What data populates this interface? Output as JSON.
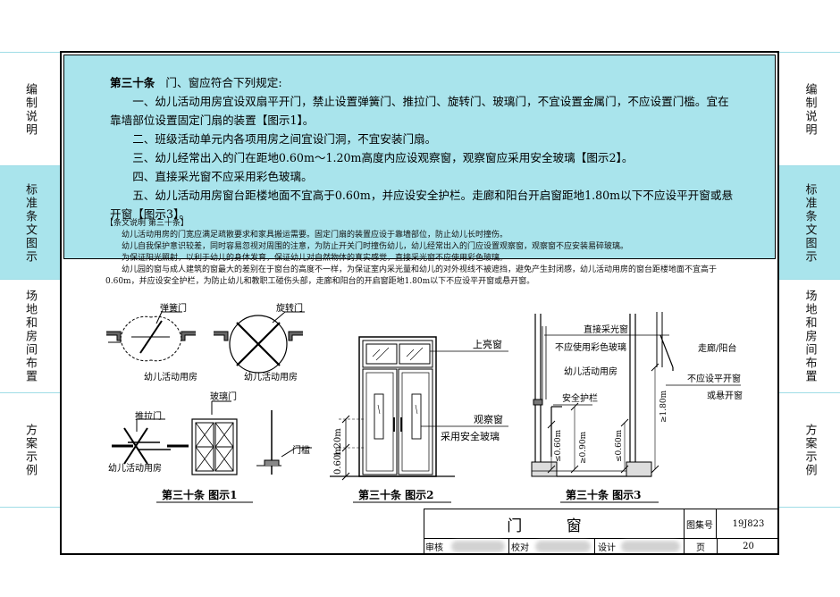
{
  "sidebar": {
    "sections": [
      {
        "label": "编制说明"
      },
      {
        "label": "标准条文图示"
      },
      {
        "label": "场地和房间布置"
      },
      {
        "label": "方案示例"
      }
    ]
  },
  "standard": {
    "heading": "第三十条",
    "intro": "门、窗应符合下列规定:",
    "items": [
      "一、幼儿活动用房宜设双扇平开门，禁止设置弹簧门、推拉门、旋转门、玻璃门，不宜设置金属门，不应设置门槛。宜在靠墙部位设置固定门扇的装置【图示1】。",
      "二、班级活动单元内各项用房之间宜设门洞，不宜安装门扇。",
      "三、幼儿经常出入的门在距地0.60m～1.20m高度内应设观察窗，观察窗应采用安全玻璃【图示2】。",
      "四、直接采光窗不应采用彩色玻璃。",
      "五、幼儿活动用房窗台距楼地面不宜高于0.60m，并应设安全护栏。走廊和阳台开启窗距地1.80m以下不应设平开窗或悬开窗【图示3】。"
    ]
  },
  "note": {
    "heading": "【条文说明 第三十条】",
    "paragraphs": [
      "幼儿活动用房的门宽应满足疏散要求和家具搬运需要。固定门扇的装置应设于靠墙部位，防止幼儿长时撞伤。",
      "幼儿自我保护意识较差，同时容易忽视对周围的注意，为防止开关门时撞伤幼儿，幼儿经常出入的门应设置观察窗，观察窗不应安装易碎玻璃。",
      "为保证阳光照射，以利于幼儿的身体发育，保证幼儿对自然物体的真实感觉，直接采光窗不应使用彩色玻璃。",
      "幼儿园的窗与成人建筑的窗最大的差别在于窗台的高度不一样，为保证室内采光量和幼儿的对外视线不被遮挡，避免产生封闭感，幼儿活动用房的窗台距楼地面不宜高于0.60m，并应设安全护栏，为防止幼儿和教职工碰伤头部，走廊和阳台的开启窗距地1.80m以下不应设平开窗或悬开窗。"
    ]
  },
  "fig1": {
    "caption": "第三十条  图示1",
    "spring_door": "弹簧门",
    "revolving_door": "旋转门",
    "room_a": "幼儿活动用房",
    "room_b": "幼儿活动用房",
    "sliding_door": "推拉门",
    "glass_door": "玻璃门",
    "room_c": "幼儿活动用房",
    "threshold": "门槛"
  },
  "fig2": {
    "caption": "第三十条  图示2",
    "transom": "上亮窗",
    "view_window": "观察窗",
    "safety_glass": "采用安全玻璃",
    "dim_high": "1.20m",
    "dim_low": "0.60m"
  },
  "fig3": {
    "caption": "第三十条  图示3",
    "direct_window": "直接采光窗",
    "no_color": "不应使用彩色玻璃",
    "room": "幼儿活动用房",
    "guardrail": "安全护栏",
    "corridor": "走廊/阳台",
    "no_casement": "不应设平开窗",
    "or_hung": "或悬开窗",
    "dim_060a": "≤0.60m",
    "dim_090": "≥0.90m",
    "dim_060b": "≤0.60m",
    "dim_180": "≥1.80m"
  },
  "titleblock": {
    "title": "门    窗",
    "atlas_label": "图集号",
    "atlas_no": "19J823",
    "review": "审核",
    "check": "校对",
    "design": "设计",
    "page_label": "页",
    "page_no": "20"
  }
}
